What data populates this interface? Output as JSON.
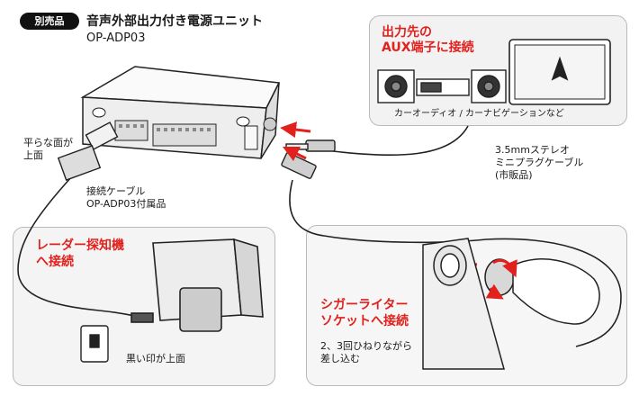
{
  "header": {
    "badge": "別売品",
    "title": "音声外部出力付き電源ユニット",
    "model": "OP-ADP03"
  },
  "output_panel": {
    "heading_line1": "出力先の",
    "heading_line2": "AUX端子に接続",
    "caption": "カーオーディオ / カーナビゲーションなど"
  },
  "labels": {
    "flat_side_line1": "平らな面が",
    "flat_side_line2": "上面",
    "cable_line1": "接続ケーブル",
    "cable_line2": "OP-ADP03付属品",
    "stereo_line1": "3.5mmステレオ",
    "stereo_line2": "ミニプラグケーブル",
    "stereo_line3": "(市販品)"
  },
  "radar_panel": {
    "heading_line1": "レーダー探知機",
    "heading_line2": "へ接続",
    "caption": "黒い印が上面"
  },
  "cigar_panel": {
    "heading_line1": "シガーライター",
    "heading_line2": "ソケットへ接続",
    "caption_line1": "2、3回ひねりながら",
    "caption_line2": "差し込む"
  },
  "colors": {
    "accent": "#e0211d",
    "arrow": "#e0211d",
    "badge_bg": "#111111"
  }
}
